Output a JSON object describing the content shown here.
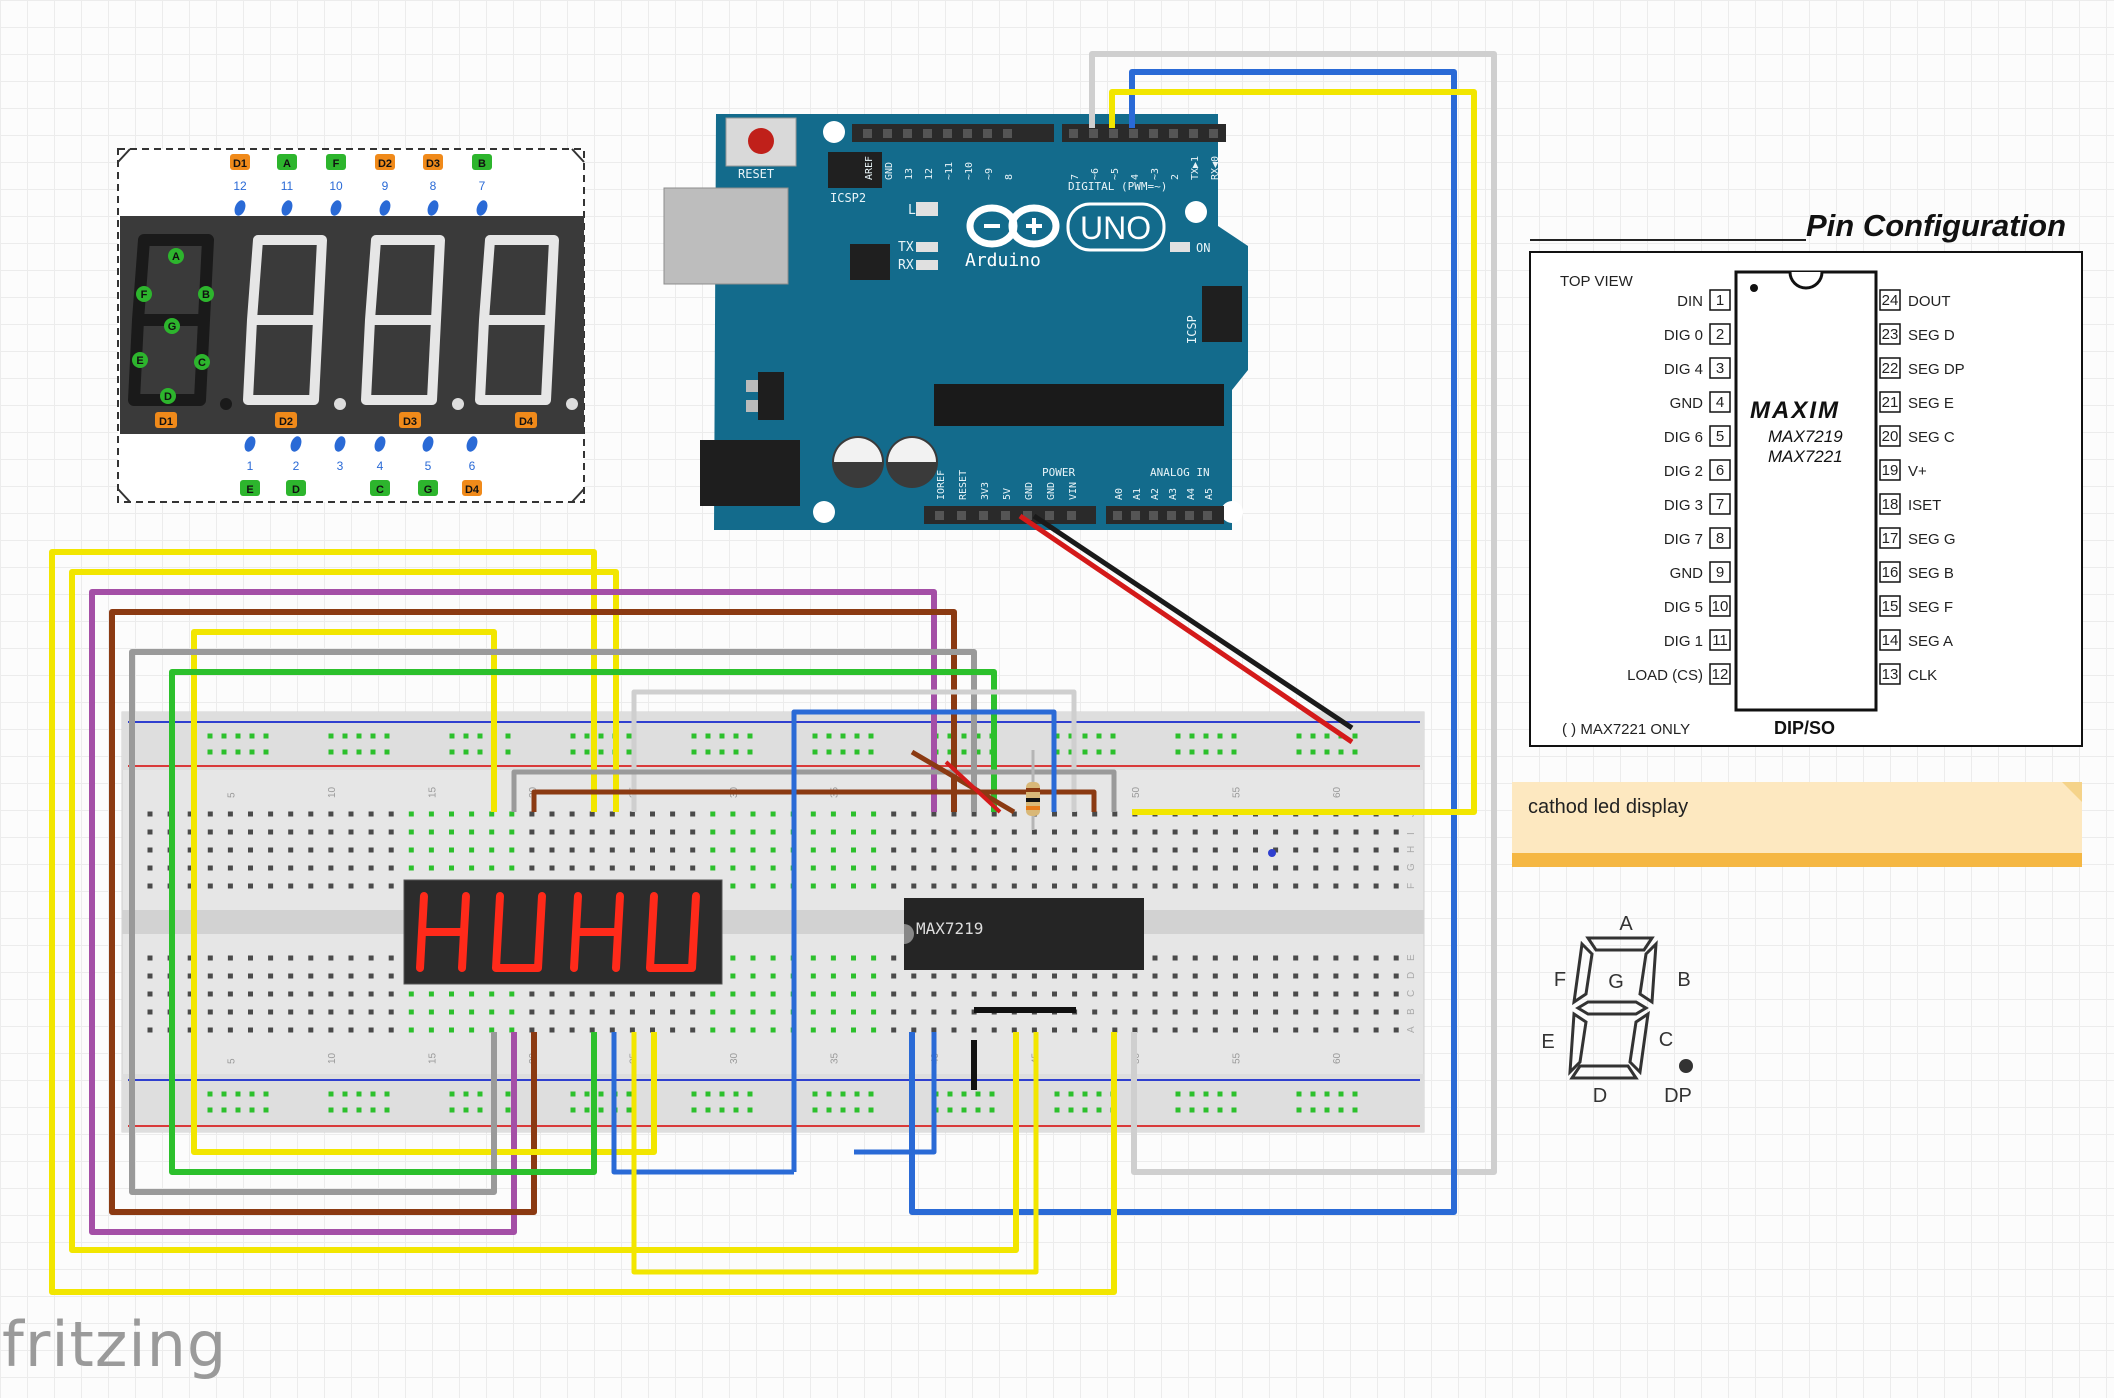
{
  "inset_display": {
    "top_labels": [
      "D1",
      "A",
      "F",
      "D2",
      "D3",
      "B"
    ],
    "top_pins": [
      "12",
      "11",
      "10",
      "9",
      "8",
      "7"
    ],
    "bottom_pins": [
      "1",
      "2",
      "3",
      "4",
      "5",
      "6"
    ],
    "bottom_labels": [
      "E",
      "D",
      "",
      "C",
      "G",
      "D4"
    ],
    "segment_labels": [
      "A",
      "B",
      "F",
      "G",
      "E",
      "C",
      "D"
    ],
    "digit_labels": [
      "D1",
      "D2",
      "D3",
      "D4"
    ]
  },
  "arduino": {
    "reset": "RESET",
    "icsp2": "ICSP2",
    "icsp": "ICSP",
    "brand": "Arduino",
    "model": "UNO",
    "led_l": "L",
    "tx": "TX",
    "rx": "RX",
    "on": "ON",
    "digital": "DIGITAL (PWM=~)",
    "power": "POWER",
    "analog_in": "ANALOG IN",
    "top_pins": [
      "AREF",
      "GND",
      "13",
      "12",
      "~11",
      "~10",
      "~9",
      "8",
      "7",
      "~6",
      "~5",
      "4",
      "~3",
      "2",
      "TX▶1",
      "RX◀0"
    ],
    "bottom_pins": [
      "IOREF",
      "RESET",
      "3V3",
      "5V",
      "GND",
      "GND",
      "VIN",
      "A0",
      "A1",
      "A2",
      "A3",
      "A4",
      "A5"
    ]
  },
  "breadboard": {
    "col_numbers": [
      "5",
      "10",
      "15",
      "20",
      "25",
      "30",
      "35",
      "40",
      "45",
      "50",
      "55",
      "60"
    ],
    "row_letters_top": [
      "J",
      "I",
      "H",
      "G",
      "F"
    ],
    "row_letters_bottom": [
      "E",
      "D",
      "C",
      "B",
      "A"
    ]
  },
  "led_module": {
    "text": "HUHU"
  },
  "chip": {
    "label": "MAX7219"
  },
  "pin_config": {
    "title": "Pin Configuration",
    "top_view": "TOP VIEW",
    "brand": "MAXIM",
    "part1": "MAX7219",
    "part2": "MAX7221",
    "package": "DIP/SO",
    "footnote": "( ) MAX7221 ONLY",
    "left_pins": [
      {
        "num": "1",
        "name": "DIN"
      },
      {
        "num": "2",
        "name": "DIG 0"
      },
      {
        "num": "3",
        "name": "DIG 4"
      },
      {
        "num": "4",
        "name": "GND"
      },
      {
        "num": "5",
        "name": "DIG 6"
      },
      {
        "num": "6",
        "name": "DIG 2"
      },
      {
        "num": "7",
        "name": "DIG 3"
      },
      {
        "num": "8",
        "name": "DIG 7"
      },
      {
        "num": "9",
        "name": "GND"
      },
      {
        "num": "10",
        "name": "DIG 5"
      },
      {
        "num": "11",
        "name": "DIG 1"
      },
      {
        "num": "12",
        "name": "LOAD (CS)"
      }
    ],
    "right_pins": [
      {
        "num": "24",
        "name": "DOUT"
      },
      {
        "num": "23",
        "name": "SEG D"
      },
      {
        "num": "22",
        "name": "SEG DP"
      },
      {
        "num": "21",
        "name": "SEG E"
      },
      {
        "num": "20",
        "name": "SEG C"
      },
      {
        "num": "19",
        "name": "V+"
      },
      {
        "num": "18",
        "name": "ISET"
      },
      {
        "num": "17",
        "name": "SEG G"
      },
      {
        "num": "16",
        "name": "SEG B"
      },
      {
        "num": "15",
        "name": "SEG F"
      },
      {
        "num": "14",
        "name": "SEG A"
      },
      {
        "num": "13",
        "name": "CLK"
      }
    ]
  },
  "note": {
    "text": "cathod led display"
  },
  "segment_diagram": {
    "A": "A",
    "B": "B",
    "C": "C",
    "D": "D",
    "E": "E",
    "F": "F",
    "G": "G",
    "DP": "DP"
  },
  "watermark": "fritzing",
  "colors": {
    "arduino": "#136b8c",
    "yellow_wire": "#f2e600",
    "purple_wire": "#a44fa6",
    "brown_wire": "#8b3a12",
    "gray_wire": "#9a9a9a",
    "green_wire": "#2cc02c",
    "blue_wire": "#2a6ad6",
    "led_red": "#ff2a1a",
    "note_bg": "#fde8c0"
  }
}
